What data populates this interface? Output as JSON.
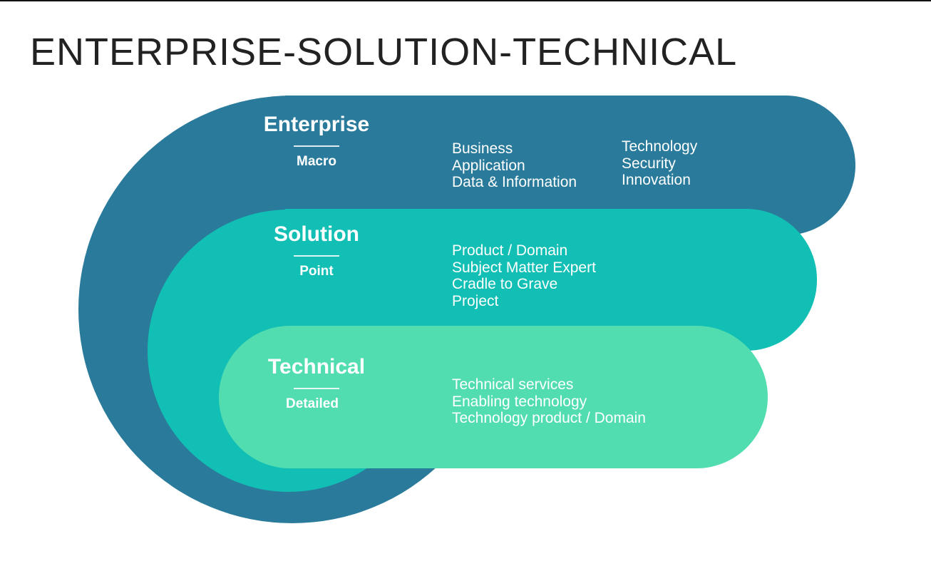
{
  "title": "ENTERPRISE-SOLUTION-TECHNICAL",
  "colors": {
    "enterprise": "#2A7B9B",
    "solution": "#12BFB5",
    "technical": "#52DDB0"
  },
  "layers": [
    {
      "name": "Enterprise",
      "scope": "Macro",
      "items": [
        "Business",
        "Application",
        "Data & Information"
      ],
      "items2": [
        "Technology",
        "Security",
        "Innovation"
      ]
    },
    {
      "name": "Solution",
      "scope": "Point",
      "items": [
        "Product / Domain",
        "Subject Matter Expert",
        "Cradle to Grave",
        "Project"
      ]
    },
    {
      "name": "Technical",
      "scope": "Detailed",
      "items": [
        "Technical services",
        "Enabling technology",
        "Technology product / Domain"
      ]
    }
  ]
}
